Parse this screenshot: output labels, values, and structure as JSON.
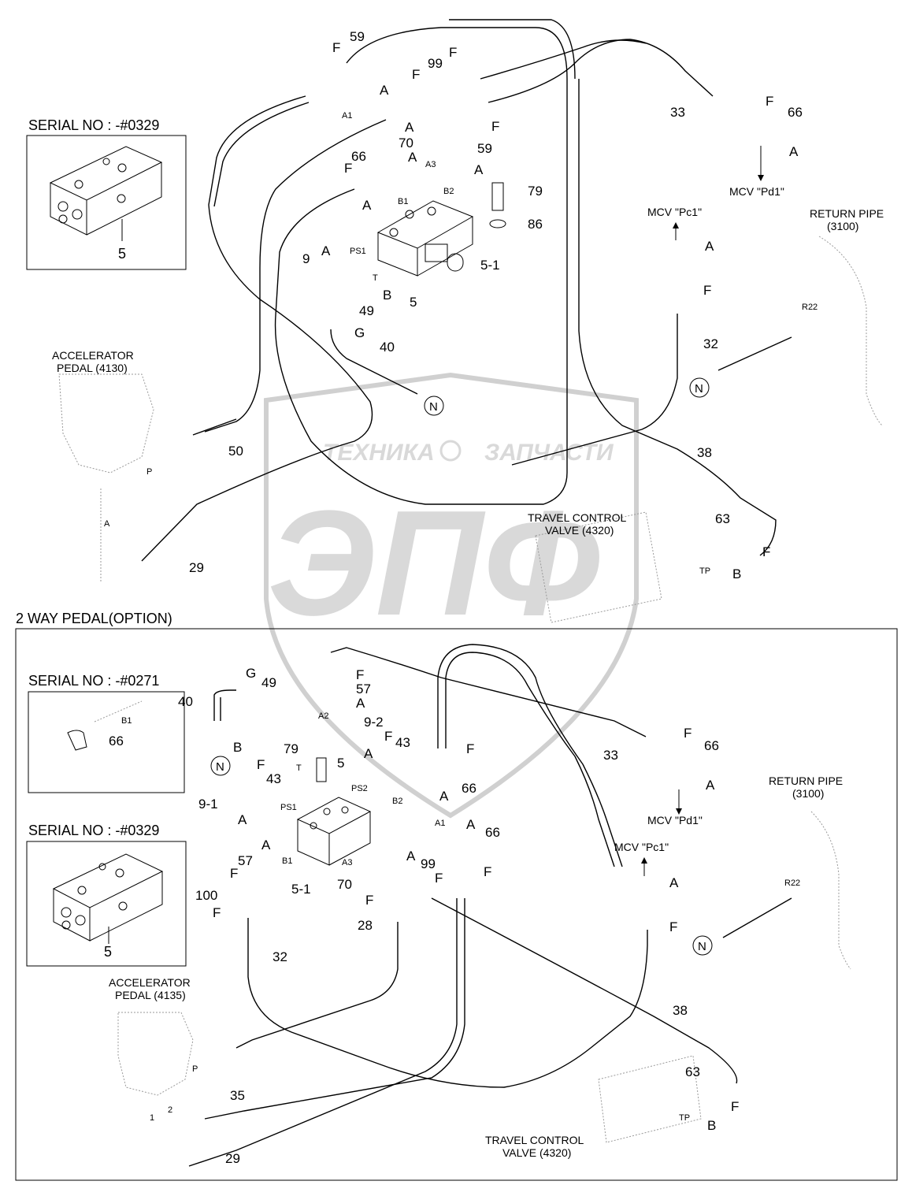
{
  "watermark": {
    "line1_left": "ТЕХНИКА",
    "line1_right": "ЗАПЧАСТИ",
    "logo": "ЭПФ"
  },
  "top_section": {
    "serial_box": {
      "title": "SERIAL NO : -#0329",
      "part": "5"
    },
    "accelerator": {
      "line1": "ACCELERATOR",
      "line2": "PEDAL (4130)",
      "port_p": "P",
      "port_a": "A"
    },
    "return_pipe": {
      "line1": "RETURN PIPE",
      "line2": "(3100)"
    },
    "travel_valve": {
      "line1": "TRAVEL CONTROL",
      "line2": "VALVE (4320)"
    },
    "mcv_pd1": "MCV \"Pd1\"",
    "mcv_pc1": "MCV \"Pc1\"",
    "ports": {
      "a1": "A1",
      "a3": "A3",
      "b1": "B1",
      "b2": "B2",
      "ps1": "PS1",
      "t": "T",
      "tp": "TP",
      "r22": "R22"
    },
    "callouts": {
      "p59a": "59",
      "p99": "99",
      "p59b": "59",
      "p66a": "66",
      "p66b": "66",
      "p70": "70",
      "p79": "79",
      "p86": "86",
      "p5": "5",
      "p5_1": "5-1",
      "p9": "9",
      "p49": "49",
      "p40": "40",
      "p33": "33",
      "p32": "32",
      "p38": "38",
      "p50": "50",
      "p29": "29",
      "p63": "63",
      "f": "F",
      "a": "A",
      "g": "G",
      "b": "B",
      "n": "N"
    }
  },
  "bottom_section": {
    "title": "2 WAY PEDAL(OPTION)",
    "serial_box1": {
      "title": "SERIAL NO : -#0271",
      "part": "66",
      "port": "B1"
    },
    "serial_box2": {
      "title": "SERIAL NO : -#0329",
      "part": "5"
    },
    "accelerator": {
      "line1": "ACCELERATOR",
      "line2": "PEDAL (4135)",
      "port_p": "P",
      "port_1": "1",
      "port_2": "2"
    },
    "return_pipe": {
      "line1": "RETURN PIPE",
      "line2": "(3100)"
    },
    "travel_valve": {
      "line1": "TRAVEL CONTROL",
      "line2": "VALVE (4320)"
    },
    "mcv_pd1": "MCV \"Pd1\"",
    "mcv_pc1": "MCV \"Pc1\"",
    "ports": {
      "a1": "A1",
      "a2": "A2",
      "a3": "A3",
      "b1": "B1",
      "b2": "B2",
      "ps1": "PS1",
      "ps2": "PS2",
      "t": "T",
      "tp": "TP",
      "r22": "R22"
    },
    "callouts": {
      "p40": "40",
      "p49": "49",
      "p57a": "57",
      "p57b": "57",
      "p9_2": "9-2",
      "p43a": "43",
      "p43b": "43",
      "p66a": "66",
      "p66b": "66",
      "p66c": "66",
      "p79": "79",
      "p5": "5",
      "p9_1": "9-1",
      "p5_1": "5-1",
      "p99": "99",
      "p70": "70",
      "p100": "100",
      "p28": "28",
      "p32": "32",
      "p33": "33",
      "p38": "38",
      "p35": "35",
      "p29": "29",
      "p63": "63",
      "f": "F",
      "a": "A",
      "g": "G",
      "b": "B",
      "n": "N"
    }
  }
}
